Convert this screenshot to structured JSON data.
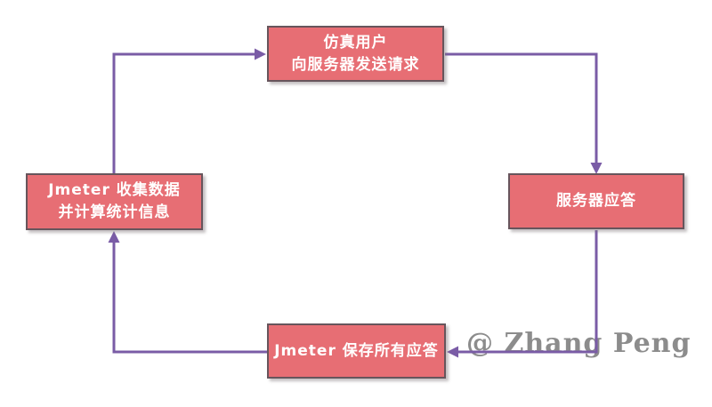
{
  "diagram": {
    "title_implicit": "JMeter load-test cycle",
    "nodes": {
      "top": {
        "line1": "仿真用户",
        "line2": "向服务器发送请求"
      },
      "right": {
        "line1": "服务器应答"
      },
      "bottom": {
        "line1": "Jmeter 保存所有应答"
      },
      "left": {
        "line1": "Jmeter 收集数据",
        "line2": "并计算统计信息"
      }
    },
    "edges": [
      {
        "from": "left",
        "to": "top"
      },
      {
        "from": "top",
        "to": "right"
      },
      {
        "from": "right",
        "to": "bottom"
      },
      {
        "from": "bottom",
        "to": "left"
      }
    ]
  },
  "watermark": {
    "text": "@ Zhang Peng"
  },
  "colors": {
    "box_fill": "#e76e74",
    "box_border": "#67555c",
    "arrow": "#7a5ca6",
    "node_text": "#ffffff",
    "watermark": "#8c8c8c",
    "canvas_bg": "#ffffff"
  }
}
